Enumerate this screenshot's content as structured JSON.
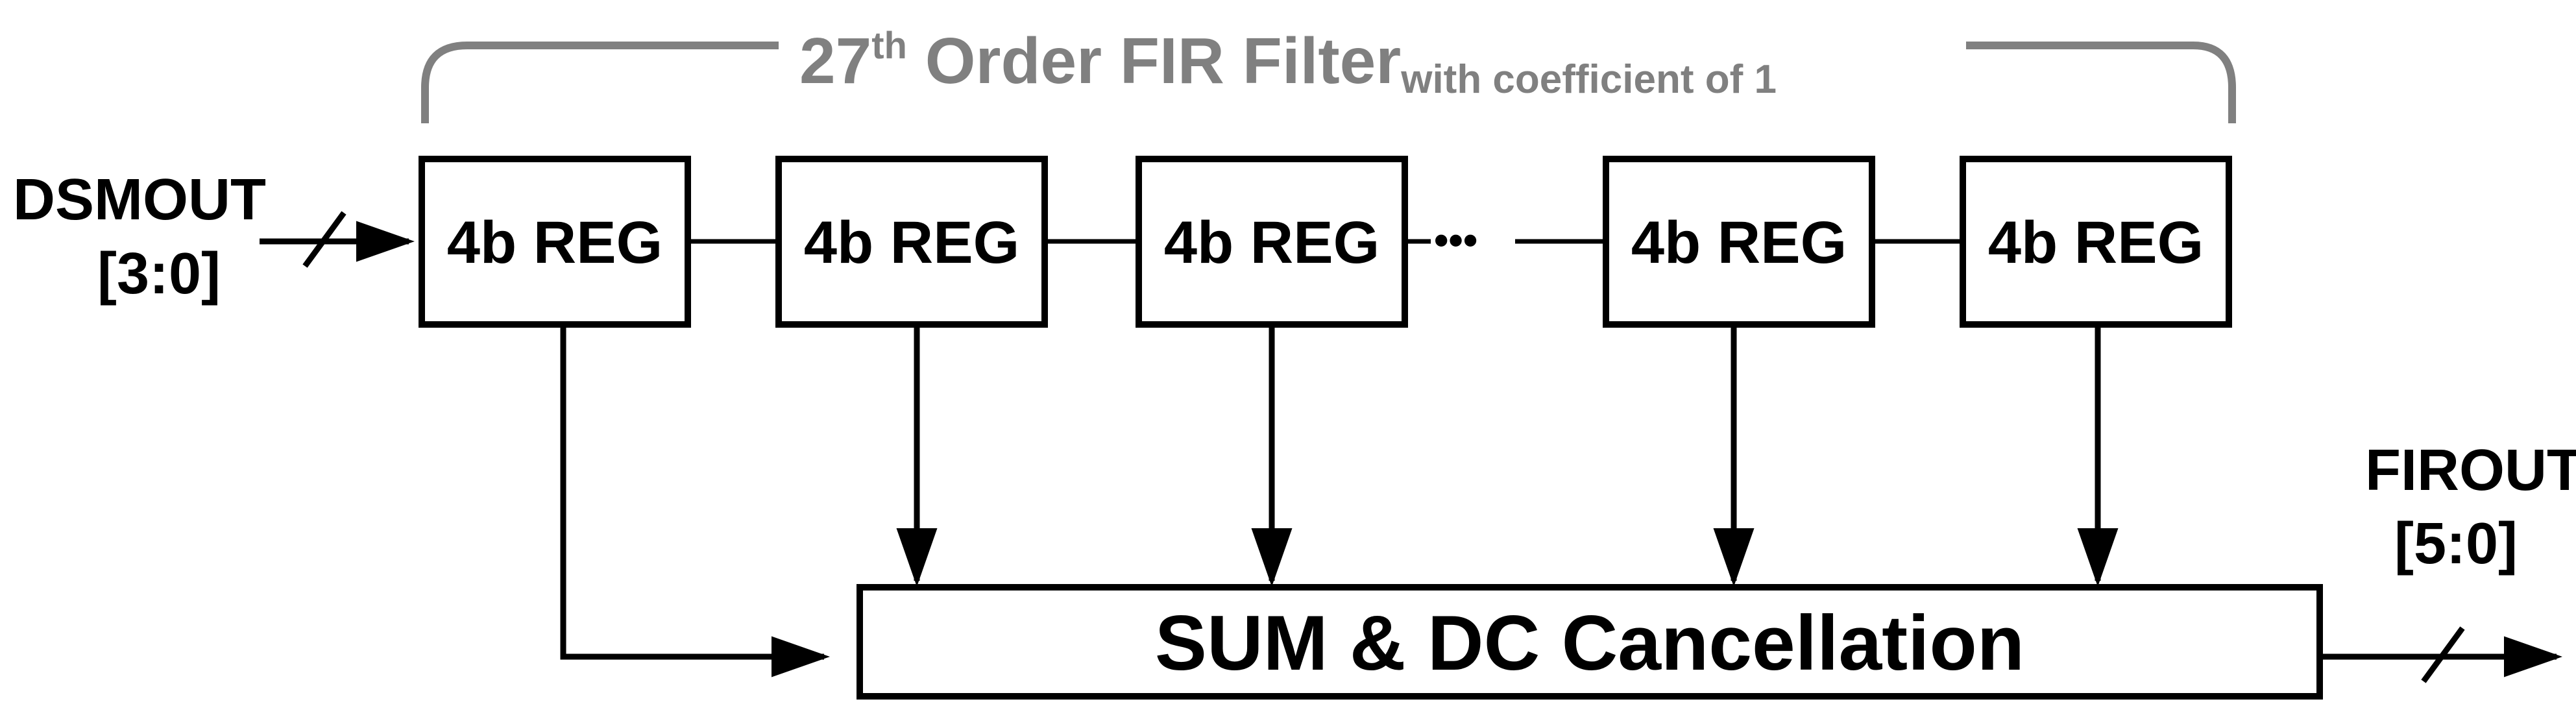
{
  "title": {
    "prefix": "27",
    "superscript": "th",
    "main": " Order FIR Filter",
    "subscript": "with coefficient of 1"
  },
  "input": {
    "name": "DSMOUT",
    "bits": "[3:0]"
  },
  "output": {
    "name": "FIROUT",
    "bits": "[5:0]"
  },
  "registers": [
    {
      "label": "4b REG"
    },
    {
      "label": "4b REG"
    },
    {
      "label": "4b REG"
    },
    {
      "label": "4b REG"
    },
    {
      "label": "4b REG"
    }
  ],
  "ellipsis": "•••",
  "sum_block": {
    "label": "SUM & DC Cancellation"
  },
  "colors": {
    "stroke": "#000000",
    "title": "#808080",
    "background": "#ffffff"
  }
}
